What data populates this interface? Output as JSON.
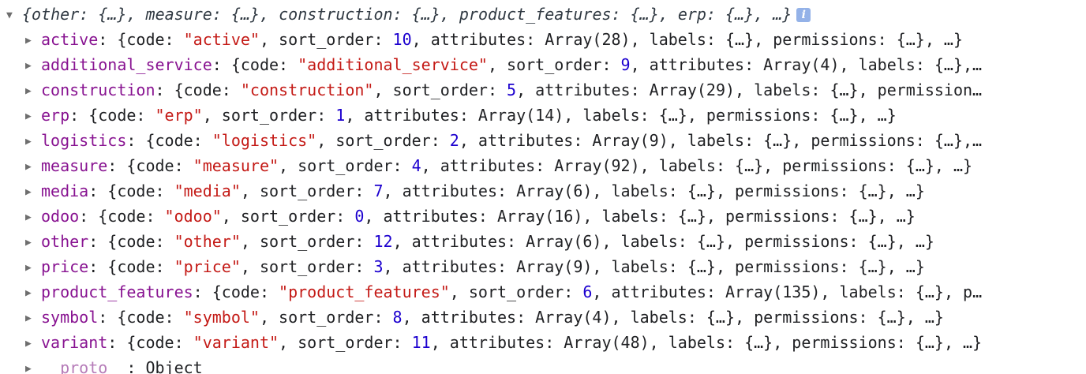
{
  "console": {
    "summary": "{other: {…}, measure: {…}, construction: {…}, product_features: {…}, erp: {…}, …}",
    "info_icon": "i",
    "expanded_icon": "triangle-down-icon",
    "collapsed_icon": "triangle-right-icon",
    "entries": [
      {
        "key": "active",
        "code": "\"active\"",
        "sort_order": "10",
        "attrs": "Array(28)",
        "rest": ", labels: {…}, permissions: {…}, …}"
      },
      {
        "key": "additional_service",
        "code": "\"additional_service\"",
        "sort_order": "9",
        "attrs": "Array(4)",
        "rest": ", labels: {…},…"
      },
      {
        "key": "construction",
        "code": "\"construction\"",
        "sort_order": "5",
        "attrs": "Array(29)",
        "rest": ", labels: {…}, permission…"
      },
      {
        "key": "erp",
        "code": "\"erp\"",
        "sort_order": "1",
        "attrs": "Array(14)",
        "rest": ", labels: {…}, permissions: {…}, …}"
      },
      {
        "key": "logistics",
        "code": "\"logistics\"",
        "sort_order": "2",
        "attrs": "Array(9)",
        "rest": ", labels: {…}, permissions: {…},…"
      },
      {
        "key": "measure",
        "code": "\"measure\"",
        "sort_order": "4",
        "attrs": "Array(92)",
        "rest": ", labels: {…}, permissions: {…}, …}"
      },
      {
        "key": "media",
        "code": "\"media\"",
        "sort_order": "7",
        "attrs": "Array(6)",
        "rest": ", labels: {…}, permissions: {…}, …}"
      },
      {
        "key": "odoo",
        "code": "\"odoo\"",
        "sort_order": "0",
        "attrs": "Array(16)",
        "rest": ", labels: {…}, permissions: {…}, …}"
      },
      {
        "key": "other",
        "code": "\"other\"",
        "sort_order": "12",
        "attrs": "Array(6)",
        "rest": ", labels: {…}, permissions: {…}, …}"
      },
      {
        "key": "price",
        "code": "\"price\"",
        "sort_order": "3",
        "attrs": "Array(9)",
        "rest": ", labels: {…}, permissions: {…}, …}"
      },
      {
        "key": "product_features",
        "code": "\"product_features\"",
        "sort_order": "6",
        "attrs": "Array(135)",
        "rest": ", labels: {…}, p…"
      },
      {
        "key": "symbol",
        "code": "\"symbol\"",
        "sort_order": "8",
        "attrs": "Array(4)",
        "rest": ", labels: {…}, permissions: {…}, …}"
      },
      {
        "key": "variant",
        "code": "\"variant\"",
        "sort_order": "11",
        "attrs": "Array(48)",
        "rest": ", labels: {…}, permissions: {…}, …}"
      }
    ],
    "proto": {
      "key": "__proto__",
      "value": "Object"
    },
    "tokens": {
      "code_prefix": ": {code: ",
      "sort_prefix": ", sort_order: ",
      "attr_prefix": ", attributes: ",
      "proto_sep": ": "
    },
    "colors": {
      "key": "#881391",
      "string": "#c41a16",
      "number": "#1c00cf",
      "proto_key": "#b57bb8",
      "info_badge": "#94b2e8"
    }
  }
}
